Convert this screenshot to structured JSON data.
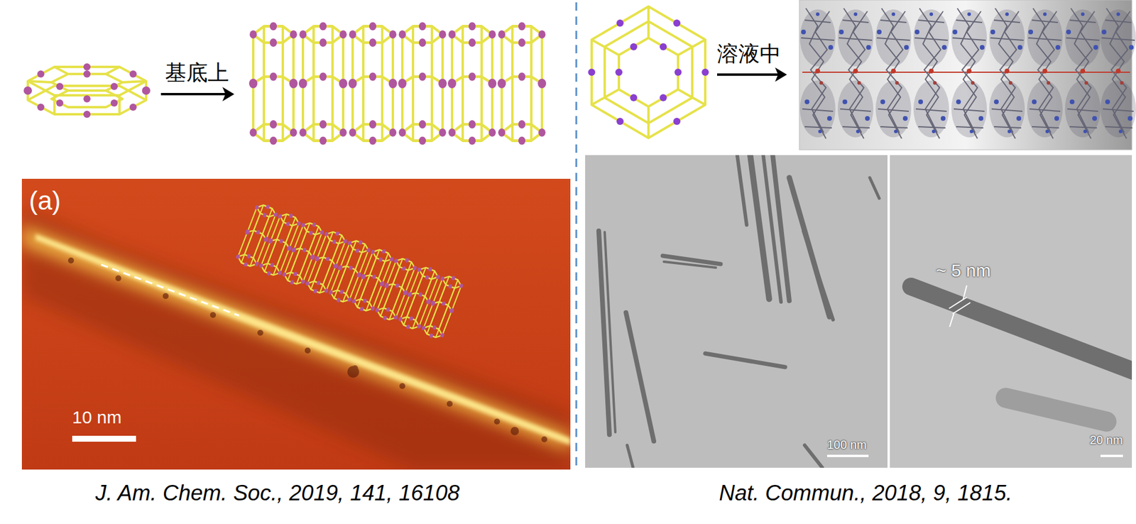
{
  "diagram": {
    "labels": [
      "基底上",
      "溶液中",
      "(a)",
      "10 nm",
      "~ 5 nm",
      "100 nm",
      "20 nm",
      "J. Am. Chem. Soc., 2019, 141, 16108",
      "Nat. Commun., 2018, 9, 1815."
    ]
  }
}
